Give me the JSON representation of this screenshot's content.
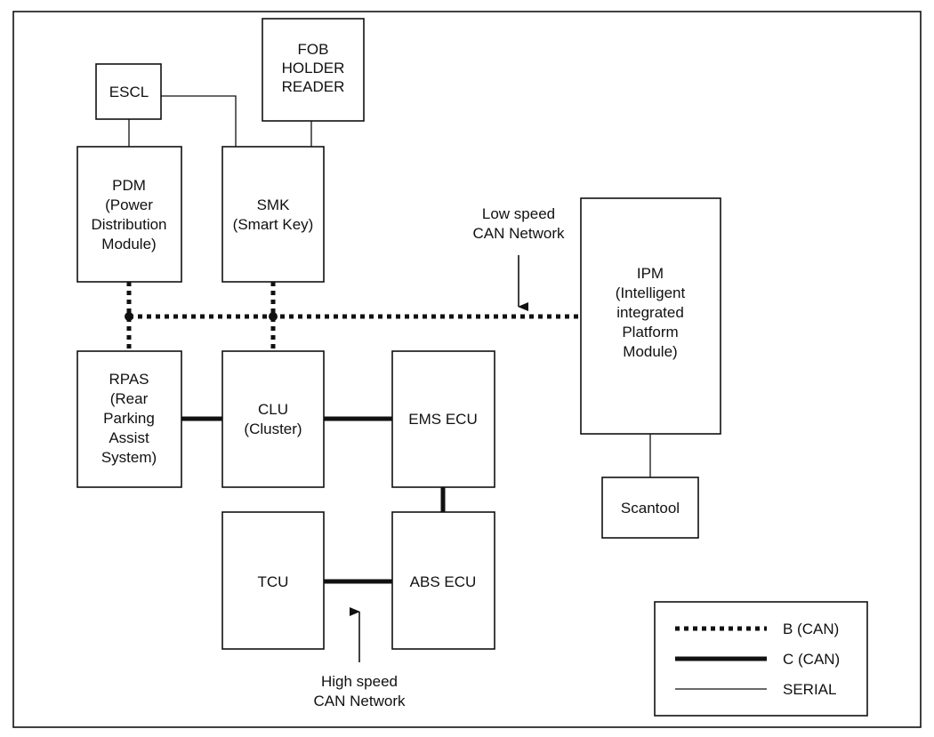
{
  "nodes": {
    "escl": [
      "ESCL"
    ],
    "fob": [
      "FOB",
      "HOLDER",
      "READER"
    ],
    "pdm": [
      "PDM",
      "(Power",
      "Distribution",
      "Module)"
    ],
    "smk": [
      "SMK",
      "(Smart Key)"
    ],
    "ipm": [
      "IPM",
      "(Intelligent",
      "integrated",
      "Platform",
      "Module)"
    ],
    "rpas": [
      "RPAS",
      "(Rear",
      "Parking",
      "Assist",
      "System)"
    ],
    "clu": [
      "CLU",
      "(Cluster)"
    ],
    "ems": [
      "EMS ECU"
    ],
    "scantool": [
      "Scantool"
    ],
    "tcu": [
      "TCU"
    ],
    "abs": [
      "ABS ECU"
    ]
  },
  "annotations": {
    "low_speed": [
      "Low speed",
      "CAN Network"
    ],
    "high_speed": [
      "High speed",
      "CAN Network"
    ]
  },
  "legend": {
    "b_can": "B (CAN)",
    "c_can": "C (CAN)",
    "serial": "SERIAL"
  }
}
